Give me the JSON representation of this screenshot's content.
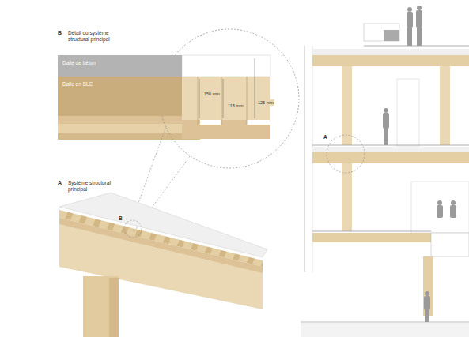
{
  "diagram": {
    "nodes": [
      {
        "text": [
          "Dalle de béton"
        ]
      },
      {
        "text": [
          "Dalle en BLC"
        ]
      }
    ],
    "labels": [
      "B",
      "Détail du système structural principal",
      "A",
      "Système structural principal",
      "156 mm",
      "118 mm",
      "125 mm",
      "B",
      "A"
    ]
  }
}
